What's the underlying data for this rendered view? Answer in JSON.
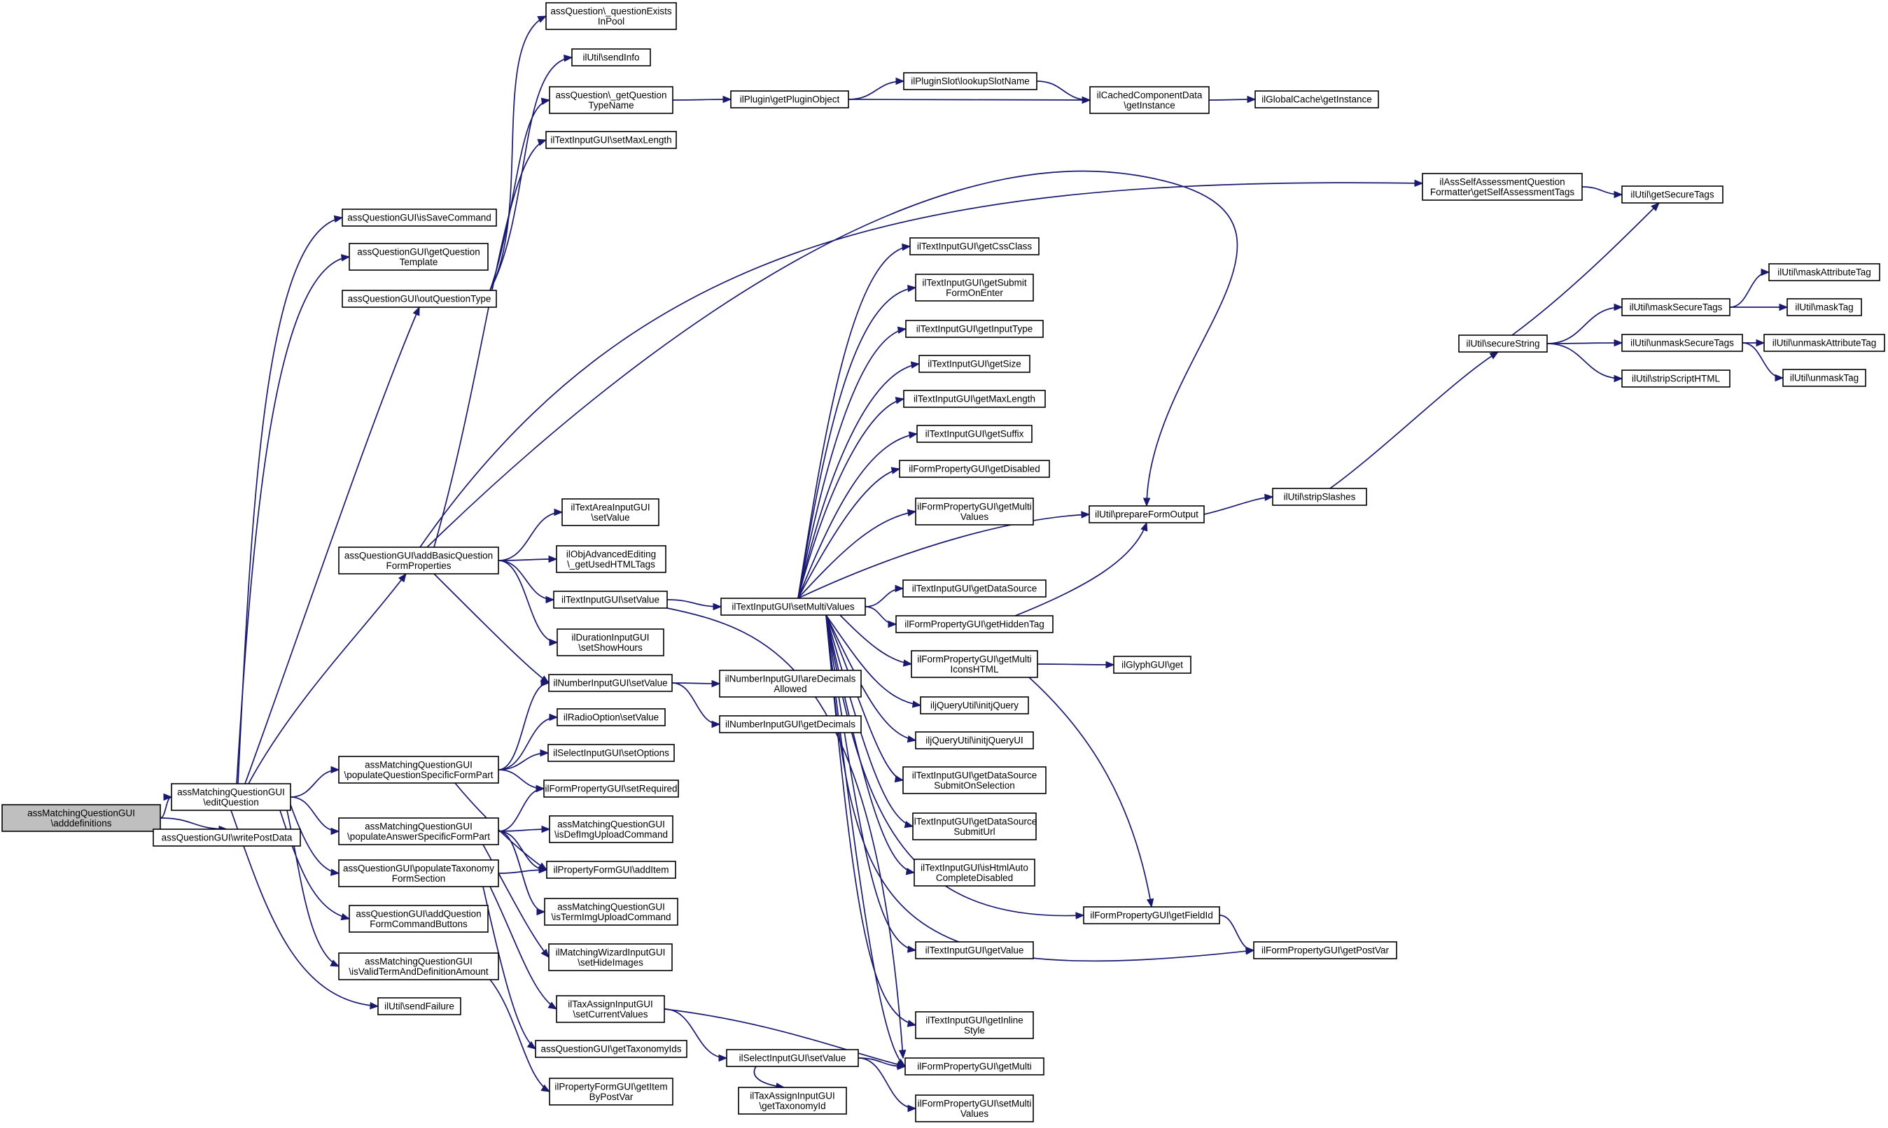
{
  "nodes": [
    {
      "id": "root",
      "lines": [
        "assMatchingQuestionGUI",
        "\\adddefinitions"
      ],
      "root": true
    },
    {
      "id": "editQuestion",
      "lines": [
        "assMatchingQuestionGUI",
        "\\editQuestion"
      ]
    },
    {
      "id": "writePostData",
      "lines": [
        "assQuestionGUI\\writePostData"
      ]
    },
    {
      "id": "isSaveCommand",
      "lines": [
        "assQuestionGUI\\isSaveCommand"
      ]
    },
    {
      "id": "getQuestionTemplate",
      "lines": [
        "assQuestionGUI\\getQuestion",
        "Template"
      ]
    },
    {
      "id": "outQuestionType",
      "lines": [
        "assQuestionGUI\\outQuestionType"
      ]
    },
    {
      "id": "addBasicQuestionFormProperties",
      "lines": [
        "assQuestionGUI\\addBasicQuestion",
        "FormProperties"
      ]
    },
    {
      "id": "populateQuestionSpecificFormPart",
      "lines": [
        "assMatchingQuestionGUI",
        "\\populateQuestionSpecificFormPart"
      ]
    },
    {
      "id": "populateAnswerSpecificFormPart",
      "lines": [
        "assMatchingQuestionGUI",
        "\\populateAnswerSpecificFormPart"
      ]
    },
    {
      "id": "populateTaxonomyFormSection",
      "lines": [
        "assQuestionGUI\\populateTaxonomy",
        "FormSection"
      ]
    },
    {
      "id": "addQuestionFormCommandButtons",
      "lines": [
        "assQuestionGUI\\addQuestion",
        "FormCommandButtons"
      ]
    },
    {
      "id": "isValidTermAndDefinitionAmount",
      "lines": [
        "assMatchingQuestionGUI",
        "\\isValidTermAndDefinitionAmount"
      ]
    },
    {
      "id": "sendFailure",
      "lines": [
        "ilUtil\\sendFailure"
      ]
    },
    {
      "id": "questionExistsInPool",
      "lines": [
        "assQuestion\\_questionExists",
        "InPool"
      ]
    },
    {
      "id": "sendInfo",
      "lines": [
        "ilUtil\\sendInfo"
      ]
    },
    {
      "id": "getQuestionTypeName",
      "lines": [
        "assQuestion\\_getQuestion",
        "TypeName"
      ]
    },
    {
      "id": "setMaxLength",
      "lines": [
        "ilTextInputGUI\\setMaxLength"
      ]
    },
    {
      "id": "taSetValue",
      "lines": [
        "ilTextAreaInputGUI",
        "\\setValue"
      ]
    },
    {
      "id": "getUsedHTMLTags",
      "lines": [
        "ilObjAdvancedEditing",
        "\\_getUsedHTMLTags"
      ]
    },
    {
      "id": "tiSetValue",
      "lines": [
        "ilTextInputGUI\\setValue"
      ]
    },
    {
      "id": "setShowHours",
      "lines": [
        "ilDurationInputGUI",
        "\\setShowHours"
      ]
    },
    {
      "id": "niSetValue",
      "lines": [
        "ilNumberInputGUI\\setValue"
      ]
    },
    {
      "id": "roSetValue",
      "lines": [
        "ilRadioOption\\setValue"
      ]
    },
    {
      "id": "setOptions",
      "lines": [
        "ilSelectInputGUI\\setOptions"
      ]
    },
    {
      "id": "setRequired",
      "lines": [
        "ilFormPropertyGUI\\setRequired"
      ]
    },
    {
      "id": "isDefImgUploadCommand",
      "lines": [
        "assMatchingQuestionGUI",
        "\\isDefImgUploadCommand"
      ]
    },
    {
      "id": "addItem",
      "lines": [
        "ilPropertyFormGUI\\addItem"
      ]
    },
    {
      "id": "isTermImgUploadCommand",
      "lines": [
        "assMatchingQuestionGUI",
        "\\isTermImgUploadCommand"
      ]
    },
    {
      "id": "setHideImages",
      "lines": [
        "ilMatchingWizardInputGUI",
        "\\setHideImages"
      ]
    },
    {
      "id": "setCurrentValues",
      "lines": [
        "ilTaxAssignInputGUI",
        "\\setCurrentValues"
      ]
    },
    {
      "id": "getTaxonomyIds",
      "lines": [
        "assQuestionGUI\\getTaxonomyIds"
      ]
    },
    {
      "id": "getItemByPostVar",
      "lines": [
        "ilPropertyFormGUI\\getItem",
        "ByPostVar"
      ]
    },
    {
      "id": "getPluginObject",
      "lines": [
        "ilPlugin\\getPluginObject"
      ]
    },
    {
      "id": "lookupSlotName",
      "lines": [
        "ilPluginSlot\\lookupSlotName"
      ]
    },
    {
      "id": "cachedGetInstance",
      "lines": [
        "ilCachedComponentData",
        "\\getInstance"
      ]
    },
    {
      "id": "globalCacheGetInstance",
      "lines": [
        "ilGlobalCache\\getInstance"
      ]
    },
    {
      "id": "getSelfAssessmentTags",
      "lines": [
        "ilAssSelfAssessmentQuestion",
        "Formatter\\getSelfAssessmentTags"
      ]
    },
    {
      "id": "getSecureTags",
      "lines": [
        "ilUtil\\getSecureTags"
      ]
    },
    {
      "id": "setMultiValues",
      "lines": [
        "ilTextInputGUI\\setMultiValues"
      ]
    },
    {
      "id": "areDecimalsAllowed",
      "lines": [
        "ilNumberInputGUI\\areDecimals",
        "Allowed"
      ]
    },
    {
      "id": "getDecimals",
      "lines": [
        "ilNumberInputGUI\\getDecimals"
      ]
    },
    {
      "id": "selSetValue",
      "lines": [
        "ilSelectInputGUI\\setValue"
      ]
    },
    {
      "id": "getTaxonomyId",
      "lines": [
        "ilTaxAssignInputGUI",
        "\\getTaxonomyId"
      ]
    },
    {
      "id": "getCssClass",
      "lines": [
        "ilTextInputGUI\\getCssClass"
      ]
    },
    {
      "id": "getSubmitFormOnEnter",
      "lines": [
        "ilTextInputGUI\\getSubmit",
        "FormOnEnter"
      ]
    },
    {
      "id": "getInputType",
      "lines": [
        "ilTextInputGUI\\getInputType"
      ]
    },
    {
      "id": "getSize",
      "lines": [
        "ilTextInputGUI\\getSize"
      ]
    },
    {
      "id": "getMaxLength",
      "lines": [
        "ilTextInputGUI\\getMaxLength"
      ]
    },
    {
      "id": "getSuffix",
      "lines": [
        "ilTextInputGUI\\getSuffix"
      ]
    },
    {
      "id": "getDisabled",
      "lines": [
        "ilFormPropertyGUI\\getDisabled"
      ]
    },
    {
      "id": "getMultiValues",
      "lines": [
        "ilFormPropertyGUI\\getMulti",
        "Values"
      ]
    },
    {
      "id": "getDataSource",
      "lines": [
        "ilTextInputGUI\\getDataSource"
      ]
    },
    {
      "id": "getHiddenTag",
      "lines": [
        "ilFormPropertyGUI\\getHiddenTag"
      ]
    },
    {
      "id": "getMultiIconsHTML",
      "lines": [
        "ilFormPropertyGUI\\getMulti",
        "IconsHTML"
      ]
    },
    {
      "id": "initjQuery",
      "lines": [
        "iljQueryUtil\\initjQuery"
      ]
    },
    {
      "id": "initjQueryUI",
      "lines": [
        "iljQueryUtil\\initjQueryUI"
      ]
    },
    {
      "id": "getDataSourceSubmitOnSelection",
      "lines": [
        "ilTextInputGUI\\getDataSource",
        "SubmitOnSelection"
      ]
    },
    {
      "id": "getDataSourceSubmitUrl",
      "lines": [
        "ilTextInputGUI\\getDataSource",
        "SubmitUrl"
      ]
    },
    {
      "id": "isHtmlAutoCompleteDisabled",
      "lines": [
        "ilTextInputGUI\\isHtmlAuto",
        "CompleteDisabled"
      ]
    },
    {
      "id": "getValue",
      "lines": [
        "ilTextInputGUI\\getValue"
      ]
    },
    {
      "id": "getInlineStyle",
      "lines": [
        "ilTextInputGUI\\getInline",
        "Style"
      ]
    },
    {
      "id": "getMulti",
      "lines": [
        "ilFormPropertyGUI\\getMulti"
      ]
    },
    {
      "id": "setMultiValuesFP",
      "lines": [
        "ilFormPropertyGUI\\setMulti",
        "Values"
      ]
    },
    {
      "id": "prepareFormOutput",
      "lines": [
        "ilUtil\\prepareFormOutput"
      ]
    },
    {
      "id": "getFieldId",
      "lines": [
        "ilFormPropertyGUI\\getFieldId"
      ]
    },
    {
      "id": "getPostVar",
      "lines": [
        "ilFormPropertyGUI\\getPostVar"
      ]
    },
    {
      "id": "glyphGet",
      "lines": [
        "ilGlyphGUI\\get"
      ]
    },
    {
      "id": "stripSlashes",
      "lines": [
        "ilUtil\\stripSlashes"
      ]
    },
    {
      "id": "secureString",
      "lines": [
        "ilUtil\\secureString"
      ]
    },
    {
      "id": "maskSecureTags",
      "lines": [
        "ilUtil\\maskSecureTags"
      ]
    },
    {
      "id": "unmaskSecureTags",
      "lines": [
        "ilUtil\\unmaskSecureTags"
      ]
    },
    {
      "id": "stripScriptHTML",
      "lines": [
        "ilUtil\\stripScriptHTML"
      ]
    },
    {
      "id": "maskAttributeTag",
      "lines": [
        "ilUtil\\maskAttributeTag"
      ]
    },
    {
      "id": "maskTag",
      "lines": [
        "ilUtil\\maskTag"
      ]
    },
    {
      "id": "unmaskAttributeTag",
      "lines": [
        "ilUtil\\unmaskAttributeTag"
      ]
    },
    {
      "id": "unmaskTag",
      "lines": [
        "ilUtil\\unmaskTag"
      ]
    }
  ],
  "edges": [
    [
      "root",
      "editQuestion"
    ],
    [
      "root",
      "writePostData"
    ],
    [
      "editQuestion",
      "isSaveCommand"
    ],
    [
      "editQuestion",
      "getQuestionTemplate"
    ],
    [
      "editQuestion",
      "outQuestionType"
    ],
    [
      "editQuestion",
      "addBasicQuestionFormProperties"
    ],
    [
      "editQuestion",
      "populateQuestionSpecificFormPart"
    ],
    [
      "editQuestion",
      "populateAnswerSpecificFormPart"
    ],
    [
      "editQuestion",
      "populateTaxonomyFormSection"
    ],
    [
      "editQuestion",
      "addQuestionFormCommandButtons"
    ],
    [
      "editQuestion",
      "isValidTermAndDefinitionAmount"
    ],
    [
      "editQuestion",
      "sendFailure"
    ],
    [
      "outQuestionType",
      "questionExistsInPool"
    ],
    [
      "outQuestionType",
      "sendInfo"
    ],
    [
      "outQuestionType",
      "getQuestionTypeName"
    ],
    [
      "getQuestionTypeName",
      "getPluginObject"
    ],
    [
      "getPluginObject",
      "lookupSlotName"
    ],
    [
      "getPluginObject",
      "cachedGetInstance"
    ],
    [
      "lookupSlotName",
      "cachedGetInstance"
    ],
    [
      "cachedGetInstance",
      "globalCacheGetInstance"
    ],
    [
      "addBasicQuestionFormProperties",
      "setMaxLength"
    ],
    [
      "addBasicQuestionFormProperties",
      "getSelfAssessmentTags"
    ],
    [
      "addBasicQuestionFormProperties",
      "prepareFormOutput"
    ],
    [
      "addBasicQuestionFormProperties",
      "taSetValue"
    ],
    [
      "addBasicQuestionFormProperties",
      "getUsedHTMLTags"
    ],
    [
      "addBasicQuestionFormProperties",
      "tiSetValue"
    ],
    [
      "addBasicQuestionFormProperties",
      "setShowHours"
    ],
    [
      "addBasicQuestionFormProperties",
      "niSetValue"
    ],
    [
      "getSelfAssessmentTags",
      "getSecureTags"
    ],
    [
      "tiSetValue",
      "setMultiValues"
    ],
    [
      "tiSetValue",
      "getMulti"
    ],
    [
      "niSetValue",
      "areDecimalsAllowed"
    ],
    [
      "niSetValue",
      "getDecimals"
    ],
    [
      "populateQuestionSpecificFormPart",
      "niSetValue"
    ],
    [
      "populateQuestionSpecificFormPart",
      "roSetValue"
    ],
    [
      "populateQuestionSpecificFormPart",
      "setOptions"
    ],
    [
      "populateQuestionSpecificFormPart",
      "setRequired"
    ],
    [
      "populateQuestionSpecificFormPart",
      "addItem"
    ],
    [
      "populateAnswerSpecificFormPart",
      "setRequired"
    ],
    [
      "populateAnswerSpecificFormPart",
      "isDefImgUploadCommand"
    ],
    [
      "populateAnswerSpecificFormPart",
      "addItem"
    ],
    [
      "populateAnswerSpecificFormPart",
      "isTermImgUploadCommand"
    ],
    [
      "populateAnswerSpecificFormPart",
      "setHideImages"
    ],
    [
      "populateTaxonomyFormSection",
      "addItem"
    ],
    [
      "populateTaxonomyFormSection",
      "setCurrentValues"
    ],
    [
      "populateTaxonomyFormSection",
      "getTaxonomyIds"
    ],
    [
      "isValidTermAndDefinitionAmount",
      "getItemByPostVar"
    ],
    [
      "setCurrentValues",
      "selSetValue"
    ],
    [
      "setCurrentValues",
      "getMulti"
    ],
    [
      "selSetValue",
      "getMulti"
    ],
    [
      "selSetValue",
      "setMultiValuesFP"
    ],
    [
      "selSetValue",
      "getTaxonomyId"
    ],
    [
      "setMultiValues",
      "getCssClass"
    ],
    [
      "setMultiValues",
      "getSubmitFormOnEnter"
    ],
    [
      "setMultiValues",
      "getInputType"
    ],
    [
      "setMultiValues",
      "getSize"
    ],
    [
      "setMultiValues",
      "getMaxLength"
    ],
    [
      "setMultiValues",
      "getSuffix"
    ],
    [
      "setMultiValues",
      "getDisabled"
    ],
    [
      "setMultiValues",
      "getMultiValues"
    ],
    [
      "setMultiValues",
      "prepareFormOutput"
    ],
    [
      "setMultiValues",
      "getDataSource"
    ],
    [
      "setMultiValues",
      "getHiddenTag"
    ],
    [
      "setMultiValues",
      "getMultiIconsHTML"
    ],
    [
      "setMultiValues",
      "initjQuery"
    ],
    [
      "setMultiValues",
      "initjQueryUI"
    ],
    [
      "setMultiValues",
      "getDataSourceSubmitOnSelection"
    ],
    [
      "setMultiValues",
      "getDataSourceSubmitUrl"
    ],
    [
      "setMultiValues",
      "isHtmlAutoCompleteDisabled"
    ],
    [
      "setMultiValues",
      "getFieldId"
    ],
    [
      "setMultiValues",
      "getValue"
    ],
    [
      "setMultiValues",
      "getPostVar"
    ],
    [
      "setMultiValues",
      "getInlineStyle"
    ],
    [
      "setMultiValues",
      "getMulti"
    ],
    [
      "getHiddenTag",
      "prepareFormOutput"
    ],
    [
      "getMultiIconsHTML",
      "glyphGet"
    ],
    [
      "getMultiIconsHTML",
      "getFieldId"
    ],
    [
      "getFieldId",
      "getPostVar"
    ],
    [
      "prepareFormOutput",
      "stripSlashes"
    ],
    [
      "stripSlashes",
      "secureString"
    ],
    [
      "secureString",
      "getSecureTags"
    ],
    [
      "secureString",
      "maskSecureTags"
    ],
    [
      "secureString",
      "unmaskSecureTags"
    ],
    [
      "secureString",
      "stripScriptHTML"
    ],
    [
      "maskSecureTags",
      "maskAttributeTag"
    ],
    [
      "maskSecureTags",
      "maskTag"
    ],
    [
      "unmaskSecureTags",
      "unmaskAttributeTag"
    ],
    [
      "unmaskSecureTags",
      "unmaskTag"
    ]
  ]
}
